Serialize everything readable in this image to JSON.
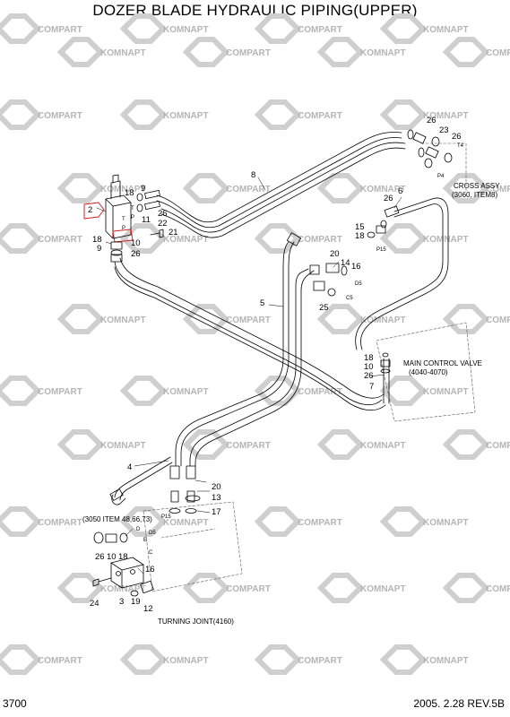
{
  "title": "DOZER BLADE HYDRAULIC PIPING(UPPER)",
  "footer": {
    "page_number": "3700",
    "date_revision": "2005. 2.28  REV.5B"
  },
  "watermark": {
    "brand_a": "COMPART",
    "brand_b": "KOMNAPT",
    "color": "#cfcfcf"
  },
  "colors": {
    "line": "#000000",
    "highlight": "#d22020",
    "watermark_text": "#b5b5b5"
  },
  "notes": {
    "cross_assy_1": "CROSS ASSY",
    "cross_assy_2": "(3060, ITEM8)",
    "main_control_valve_1": "MAIN CONTROL VALVE",
    "main_control_valve_2": "(4040-4070)",
    "item_ref": "(3050 ITEM 48,66,73)",
    "turning_joint": "TURNING JOINT(4160)"
  },
  "ports": [
    "T",
    "P",
    "F",
    "B",
    "T4",
    "P4",
    "P15",
    "D5",
    "C5",
    "D",
    "E",
    "C"
  ],
  "part_numbers": [
    "2",
    "18",
    "9",
    "T",
    "P",
    "8",
    "26",
    "11",
    "22",
    "21",
    "9",
    "10",
    "26",
    "18",
    "26",
    "23",
    "26",
    "T4",
    "P4",
    "6",
    "26",
    "15",
    "18",
    "20",
    "14",
    "16",
    "25",
    "5",
    "18",
    "10",
    "26",
    "7",
    "4",
    "20",
    "13",
    "17",
    "26",
    "10",
    "18",
    "16",
    "3",
    "19",
    "12",
    "24"
  ]
}
